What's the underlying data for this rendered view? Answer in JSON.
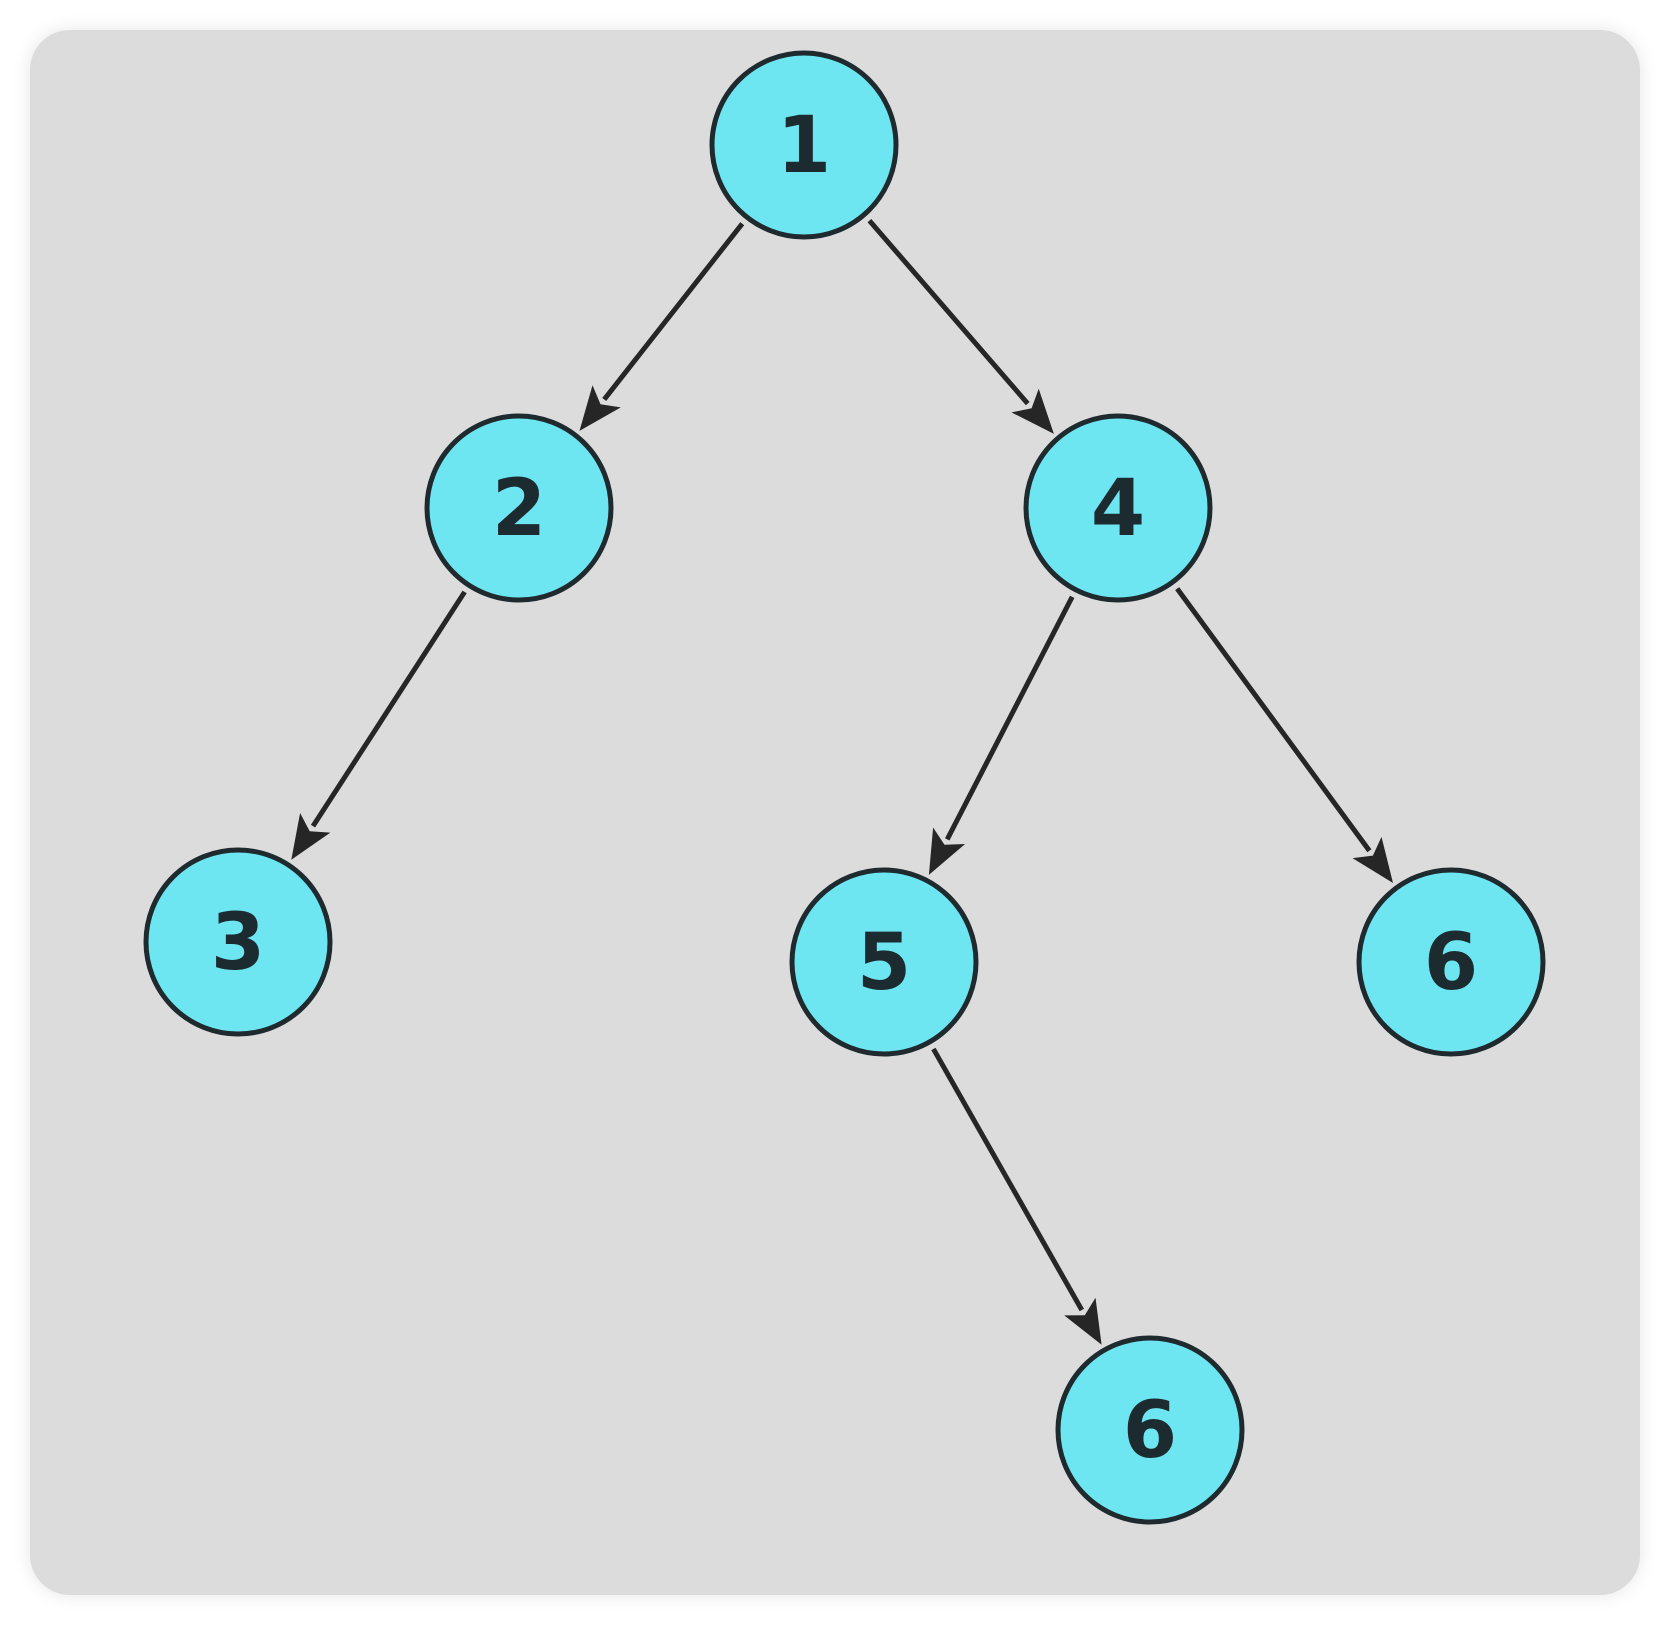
{
  "diagram": {
    "type": "tree",
    "colors": {
      "background": "#dcdcdc",
      "node_fill": "#6ee6f2",
      "node_stroke": "#1e2a2e",
      "edge": "#262626",
      "label": "#1b2b30"
    },
    "nodes": [
      {
        "id": "n1",
        "label": "1"
      },
      {
        "id": "n2",
        "label": "2"
      },
      {
        "id": "n3",
        "label": "3"
      },
      {
        "id": "n4",
        "label": "4"
      },
      {
        "id": "n5",
        "label": "5"
      },
      {
        "id": "n6a",
        "label": "6"
      },
      {
        "id": "n6b",
        "label": "6"
      }
    ],
    "edges": [
      {
        "from": "n1",
        "to": "n2"
      },
      {
        "from": "n1",
        "to": "n4"
      },
      {
        "from": "n2",
        "to": "n3"
      },
      {
        "from": "n4",
        "to": "n5"
      },
      {
        "from": "n4",
        "to": "n6a"
      },
      {
        "from": "n5",
        "to": "n6b"
      }
    ]
  }
}
